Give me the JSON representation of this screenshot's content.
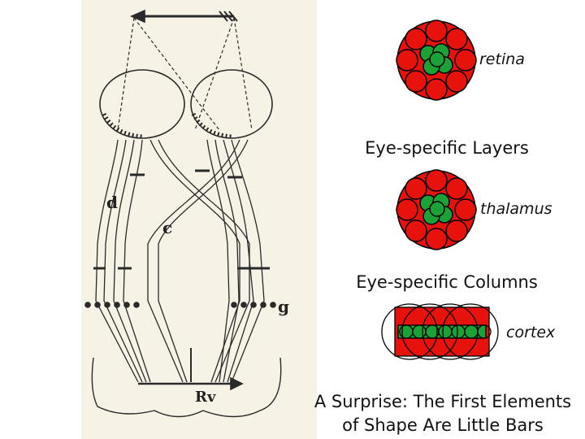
{
  "colors": {
    "red": "#e8120c",
    "green": "#1ba136",
    "sketch_paper": "#f7f2e6",
    "sketch_ink": "#2a2a2a"
  },
  "sketch": {
    "labels": {
      "d": "d",
      "c": "c",
      "g": "g",
      "rv": "Rv"
    }
  },
  "diagram": {
    "retina_label": "retina",
    "layers_caption": "Eye-specific Layers",
    "thalamus_label": "thalamus",
    "columns_caption": "Eye-specific Columns",
    "cortex_label": "cortex",
    "surprise_line1": "A Surprise:  The First Elements",
    "surprise_line2": "of Shape Are Little Bars"
  }
}
